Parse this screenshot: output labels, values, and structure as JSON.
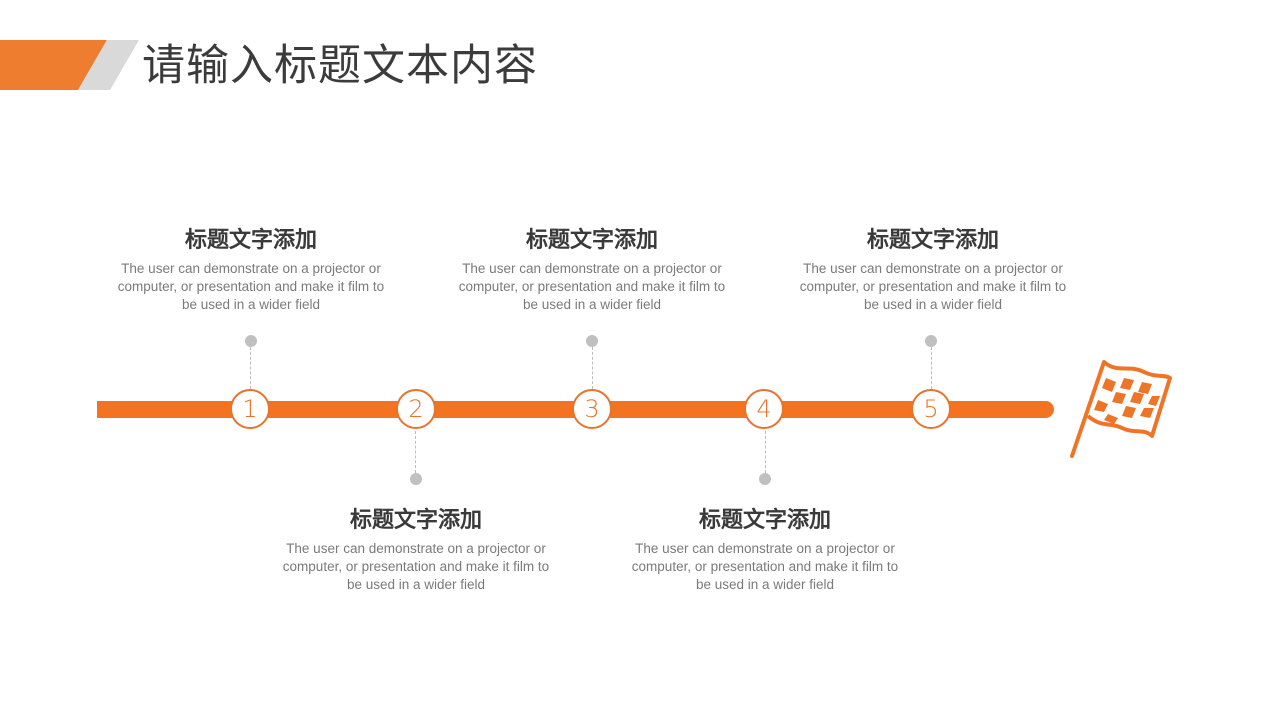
{
  "header": {
    "title": "请输入标题文本内容"
  },
  "colors": {
    "accent": "#f47321",
    "accent_stroke": "#e8732d",
    "header_gray": "#d9d9d9",
    "dot_gray": "#c0c0c0"
  },
  "timeline": {
    "end_icon": "checkered-flag-icon",
    "steps": [
      {
        "number": "1",
        "position": "top",
        "title": "标题文字添加",
        "body": "The user can demonstrate on a projector or computer, or presentation and make it film to be used in a wider field"
      },
      {
        "number": "2",
        "position": "bottom",
        "title": "标题文字添加",
        "body": "The user can demonstrate on a projector or computer, or presentation and make it film to be used in a wider field"
      },
      {
        "number": "3",
        "position": "top",
        "title": "标题文字添加",
        "body": "The user can demonstrate on a projector or computer, or presentation and make it film to be used in a wider field"
      },
      {
        "number": "4",
        "position": "bottom",
        "title": "标题文字添加",
        "body": "The user can demonstrate on a projector or computer, or presentation and make it film to be used in a wider field"
      },
      {
        "number": "5",
        "position": "top",
        "title": "标题文字添加",
        "body": "The user can demonstrate on a projector or computer, or presentation and make it film to be used in a wider field"
      }
    ]
  }
}
